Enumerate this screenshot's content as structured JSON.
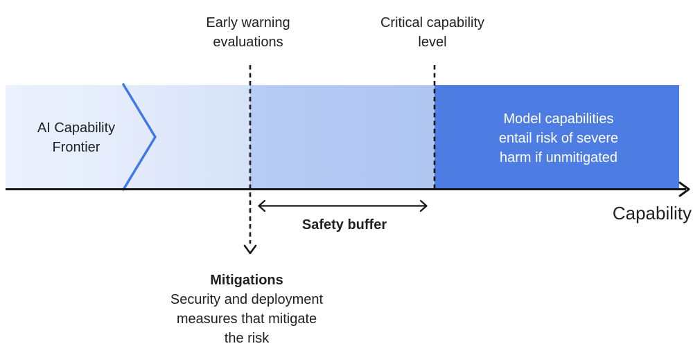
{
  "diagram": {
    "early_warning_label": "Early warning\nevaluations",
    "critical_level_label": "Critical capability\nlevel",
    "frontier_label": "AI Capability\nFrontier",
    "risk_text": "Model capabilities\nentail risk of severe\nharm if unmitigated",
    "safety_buffer_label": "Safety buffer",
    "axis_label": "Capability",
    "mitigations_title": "Mitigations",
    "mitigations_text": "Security and deployment\nmeasures that mitigate\nthe risk",
    "colors": {
      "bar_light_start": "#EAF0FC",
      "bar_light_end": "#D6E2F8",
      "bar_mid_start": "#B8CCF4",
      "bar_mid_end": "#AFC6F1",
      "bar_dark": "#4D7CE3",
      "chevron_stroke": "#3F79E8",
      "line_color": "#161616",
      "text_dark": "#202124",
      "text_light": "#FFFFFF"
    }
  }
}
